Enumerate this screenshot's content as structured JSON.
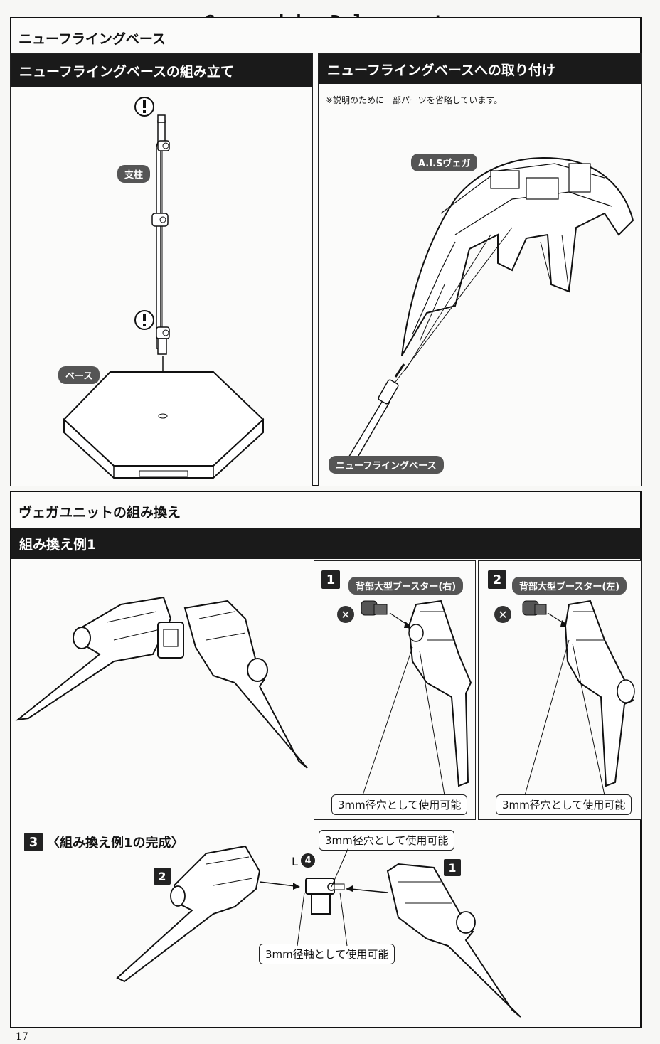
{
  "watermark": "Scanned by Dalong.net",
  "page_number": "17",
  "top_section": {
    "title": "ニューフライングベース",
    "left_panel": {
      "bar": "ニューフライングベースの組み立て",
      "labels": {
        "pillar": "支柱",
        "base": "ベース"
      }
    },
    "right_panel": {
      "bar": "ニューフライングベースへの取り付け",
      "note": "※説明のために一部パーツを省略しています。",
      "labels": {
        "vega": "A.I.Sヴェガ",
        "stand": "ニューフライングベース"
      }
    }
  },
  "bottom_section": {
    "title": "ヴェガユニットの組み換え",
    "bar": "組み換え例1",
    "step1": {
      "num": "1",
      "label": "背部大型ブースター(右)",
      "callout": "3mm径穴として使用可能"
    },
    "step2": {
      "num": "2",
      "label": "背部大型ブースター(左)",
      "callout": "3mm径穴として使用可能"
    },
    "step3": {
      "num": "3",
      "title": "〈組み換え例1の完成〉",
      "callout_hole": "3mm径穴として使用可能",
      "callout_shaft": "3mm径軸として使用可能",
      "part_label": "L",
      "part_num": "4",
      "left_num": "2",
      "right_num": "1"
    }
  }
}
